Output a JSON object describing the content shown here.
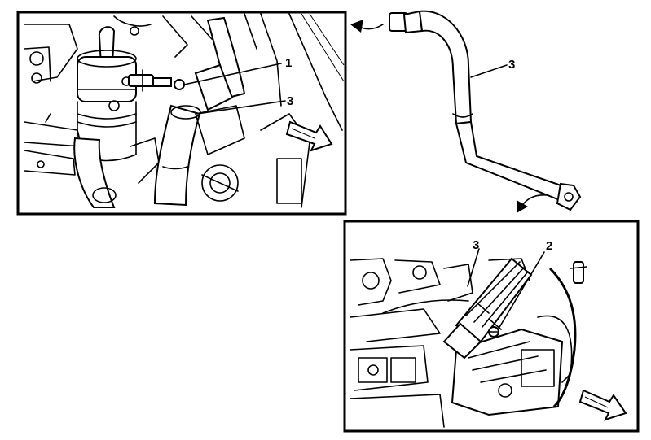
{
  "callouts": {
    "top_left_1": "1",
    "top_left_3": "3",
    "hose_3": "3",
    "bottom_3": "3",
    "bottom_2": "2"
  },
  "colors": {
    "line": "#000000",
    "background": "#ffffff"
  }
}
